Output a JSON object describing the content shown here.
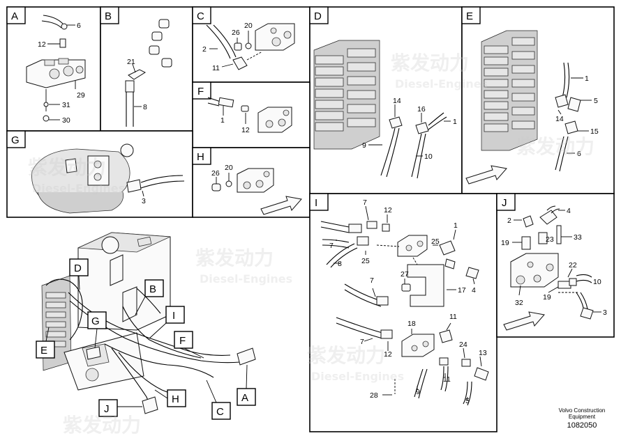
{
  "panels": {
    "A": {
      "letter": "A",
      "callouts": [
        "6",
        "12",
        "29",
        "31",
        "30"
      ]
    },
    "B": {
      "letter": "B",
      "callouts": [
        "21",
        "8"
      ]
    },
    "C": {
      "letter": "C",
      "callouts": [
        "26",
        "20",
        "2",
        "11"
      ]
    },
    "D": {
      "letter": "D",
      "callouts": [
        "14",
        "16",
        "1",
        "9",
        "10"
      ]
    },
    "E": {
      "letter": "E",
      "callouts": [
        "1",
        "5",
        "14",
        "15",
        "6"
      ]
    },
    "F": {
      "letter": "F",
      "callouts": [
        "1",
        "12"
      ]
    },
    "G": {
      "letter": "G",
      "callouts": [
        "3"
      ]
    },
    "H": {
      "letter": "H",
      "callouts": [
        "26",
        "20"
      ]
    },
    "I": {
      "letter": "I",
      "callouts": [
        "7",
        "12",
        "1",
        "7",
        "25",
        "8",
        "25",
        "27",
        "4",
        "7",
        "17",
        "18",
        "11",
        "7",
        "12",
        "24",
        "13",
        "9",
        "11",
        "5",
        "28"
      ]
    },
    "J": {
      "letter": "J",
      "callouts": [
        "2",
        "4",
        "19",
        "23",
        "33",
        "22",
        "10",
        "32",
        "19",
        "3"
      ]
    }
  },
  "overview": {
    "labels": [
      "D",
      "B",
      "G",
      "I",
      "F",
      "E",
      "H",
      "C",
      "A",
      "J"
    ]
  },
  "footer": {
    "line1": "Volvo Construction",
    "line2": "Equipment",
    "doc_number": "1082050"
  },
  "watermark": {
    "brand_cn": "紫发动力",
    "brand_en": "Diesel-Engines"
  }
}
